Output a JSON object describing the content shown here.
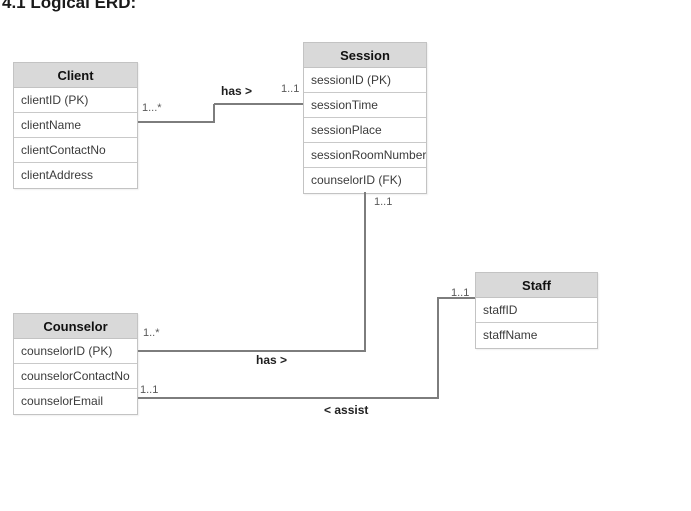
{
  "page": {
    "title": "4.1 Logical ERD:"
  },
  "diagram": {
    "type": "entity-relationship-diagram",
    "entities": [
      {
        "name": "Client",
        "attributes": [
          "clientID (PK)",
          "clientName",
          "clientContactNo",
          "clientAddress"
        ]
      },
      {
        "name": "Session",
        "attributes": [
          "sessionID (PK)",
          "sessionTime",
          "sessionPlace",
          "sessionRoomNumber",
          "counselorID (FK)"
        ]
      },
      {
        "name": "Counselor",
        "attributes": [
          "counselorID (PK)",
          "counselorContactNo",
          "counselorEmail"
        ]
      },
      {
        "name": "Staff",
        "attributes": [
          "staffID",
          "staffName"
        ]
      }
    ],
    "relationships": [
      {
        "label": "has >",
        "from": "Client",
        "to": "Session",
        "from_cardinality": "1...*",
        "to_cardinality": "1..1"
      },
      {
        "label": "has >",
        "from": "Counselor",
        "to": "Session",
        "from_cardinality": "1..*",
        "to_cardinality": "1..1"
      },
      {
        "label": "< assist",
        "from": "Counselor",
        "to": "Staff",
        "from_cardinality": "1..1",
        "to_cardinality": "1..1"
      }
    ],
    "colors": {
      "entity_header_bg": "#d9d9d9",
      "entity_border": "#c3c3c3",
      "relationship_line": "#7d7d7d",
      "attribute_text": "#3b3b3b",
      "cardinality_text": "#595959",
      "label_text": "#1f1f1f"
    }
  }
}
